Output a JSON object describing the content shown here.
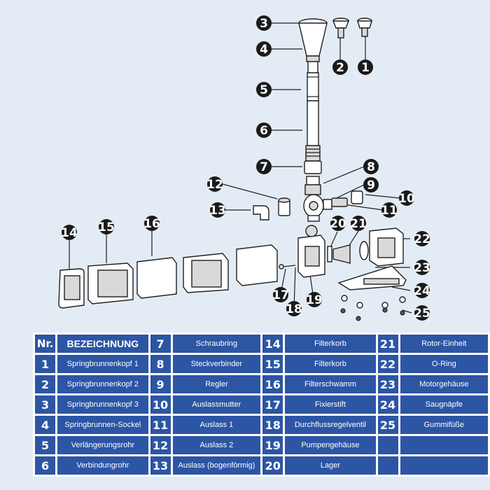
{
  "table": {
    "header": {
      "nr": "Nr.",
      "bezeichnung": "BEZEICHNUNG"
    },
    "parts": [
      {
        "nr": "1",
        "name": "Springbrunnenkopf 1"
      },
      {
        "nr": "2",
        "name": "Springbrunnenkopf 2"
      },
      {
        "nr": "3",
        "name": "Springbrunnenkopf 3"
      },
      {
        "nr": "4",
        "name": "Springbrunnen-Sockel"
      },
      {
        "nr": "5",
        "name": "Verlängerungsrohr"
      },
      {
        "nr": "6",
        "name": "Verbindungrohr"
      },
      {
        "nr": "7",
        "name": "Schraubring"
      },
      {
        "nr": "8",
        "name": "Steckverbinder"
      },
      {
        "nr": "9",
        "name": "Regler"
      },
      {
        "nr": "10",
        "name": "Auslassmutter"
      },
      {
        "nr": "11",
        "name": "Auslass 1"
      },
      {
        "nr": "12",
        "name": "Auslass 2"
      },
      {
        "nr": "13",
        "name": "Auslass (bogenförmig)"
      },
      {
        "nr": "14",
        "name": "Filterkorb"
      },
      {
        "nr": "15",
        "name": "Filterkorb"
      },
      {
        "nr": "16",
        "name": "Filterschwamm"
      },
      {
        "nr": "17",
        "name": "Fixierstift"
      },
      {
        "nr": "18",
        "name": "Durchflussregelventil"
      },
      {
        "nr": "19",
        "name": "Pumpengehäuse"
      },
      {
        "nr": "20",
        "name": "Lager"
      },
      {
        "nr": "21",
        "name": "Rotor-Einheit"
      },
      {
        "nr": "22",
        "name": "O-Ring"
      },
      {
        "nr": "23",
        "name": "Motorgehäuse"
      },
      {
        "nr": "24",
        "name": "Saugnäpfe"
      },
      {
        "nr": "25",
        "name": "Gummifüße"
      }
    ]
  },
  "diagram": {
    "callouts": [
      "1",
      "2",
      "3",
      "4",
      "5",
      "6",
      "7",
      "8",
      "9",
      "10",
      "11",
      "12",
      "13",
      "14",
      "15",
      "16",
      "17",
      "18",
      "19",
      "20",
      "21",
      "22",
      "23",
      "24",
      "25"
    ]
  },
  "colors": {
    "background": "#e3ecf5",
    "table_cell": "#2c55a4",
    "callout": "#1a1a1a"
  }
}
